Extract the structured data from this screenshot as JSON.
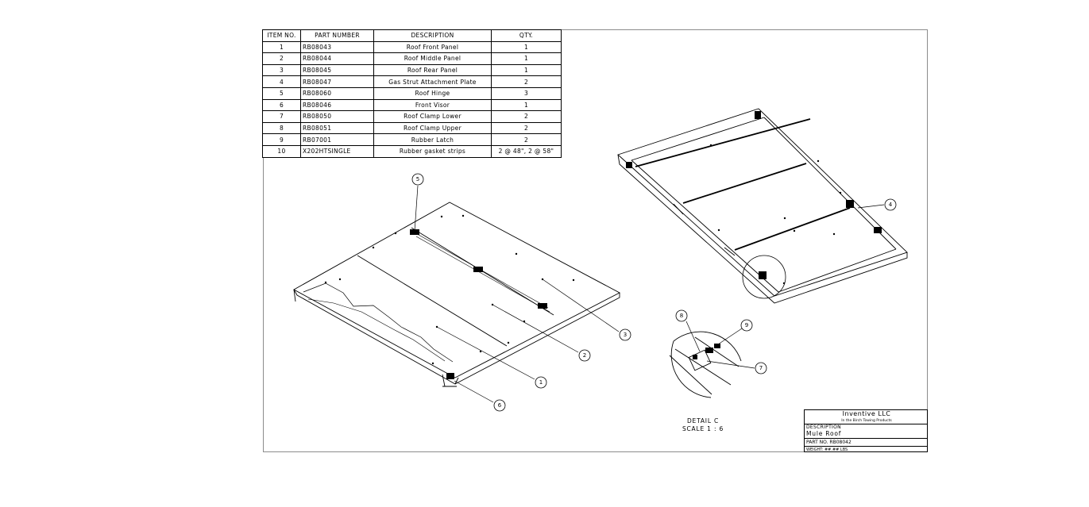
{
  "bom": {
    "headers": [
      "ITEM NO.",
      "PART NUMBER",
      "DESCRIPTION",
      "QTY."
    ],
    "rows": [
      [
        "1",
        "RB08043",
        "Roof Front Panel",
        "1"
      ],
      [
        "2",
        "RB08044",
        "Roof Middle Panel",
        "1"
      ],
      [
        "3",
        "RB08045",
        "Roof Rear Panel",
        "1"
      ],
      [
        "4",
        "RB08047",
        "Gas Strut Attachment Plate",
        "2"
      ],
      [
        "5",
        "RB08060",
        "Roof Hinge",
        "3"
      ],
      [
        "6",
        "RB08046",
        "Front Visor",
        "1"
      ],
      [
        "7",
        "RB08050",
        "Roof Clamp Lower",
        "2"
      ],
      [
        "8",
        "RB08051",
        "Roof Clamp Upper",
        "2"
      ],
      [
        "9",
        "RB07001",
        "Rubber Latch",
        "2"
      ],
      [
        "10",
        "X202HTSINGLE",
        "Rubber gasket strips",
        "2 @ 48\", 2 @ 58\""
      ]
    ]
  },
  "balloons": [
    "1",
    "2",
    "3",
    "4",
    "5",
    "6",
    "7",
    "8",
    "9"
  ],
  "detail": {
    "title": "DETAIL C",
    "scale": "SCALE 1 : 6"
  },
  "title_block": {
    "company": "Inventive LLC",
    "subtitle": "In the Birch Towing Products",
    "description_label": "DESCRIPTION",
    "description_value": "Mule Roof",
    "part_no": "PART NO. RB08042",
    "weight": "WEIGHT: ##.## LBS"
  },
  "colors": {
    "line": "#000000",
    "border": "#8c8c8c",
    "background": "#ffffff"
  }
}
